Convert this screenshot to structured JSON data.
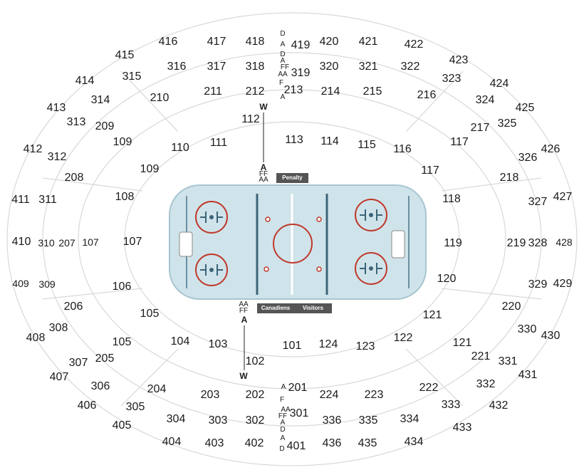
{
  "arena": {
    "bench_labels": {
      "penalty": "Penalty",
      "home": "Canadiens",
      "visitors": "Visitors"
    },
    "entrances": [
      "D",
      "A",
      "D",
      "A",
      "FF",
      "AA",
      "F",
      "A",
      "W",
      "A",
      "FF",
      "AA",
      "AA",
      "FF",
      "A",
      "W",
      "A",
      "F",
      "AA",
      "FF",
      "A",
      "D",
      "A",
      "D"
    ],
    "sections": [
      "416",
      "417",
      "418",
      "419",
      "420",
      "421",
      "422",
      "415",
      "423",
      "316",
      "317",
      "318",
      "319",
      "320",
      "321",
      "322",
      "315",
      "323",
      "414",
      "424",
      "314",
      "324",
      "413",
      "425",
      "313",
      "325",
      "210",
      "211",
      "212",
      "213",
      "214",
      "215",
      "216",
      "209",
      "217",
      "112",
      "113",
      "114",
      "115",
      "116",
      "111",
      "117",
      "110",
      "109",
      "109",
      "117",
      "412",
      "312",
      "326",
      "426",
      "208",
      "218",
      "411",
      "311",
      "108",
      "118",
      "327",
      "427",
      "410",
      "310",
      "207",
      "107",
      "107",
      "119",
      "219",
      "328",
      "428",
      "409",
      "309",
      "106",
      "120",
      "329",
      "429",
      "206",
      "105",
      "121",
      "220",
      "408",
      "308",
      "330",
      "430",
      "105",
      "104",
      "103",
      "101",
      "124",
      "123",
      "122",
      "121",
      "102",
      "221",
      "331",
      "205",
      "307",
      "407",
      "431",
      "306",
      "204",
      "201",
      "203",
      "202",
      "224",
      "223",
      "222",
      "332",
      "406",
      "305",
      "301",
      "333",
      "432",
      "405",
      "304",
      "303",
      "302",
      "336",
      "335",
      "334",
      "433",
      "404",
      "403",
      "402",
      "401",
      "436",
      "435",
      "434"
    ]
  }
}
